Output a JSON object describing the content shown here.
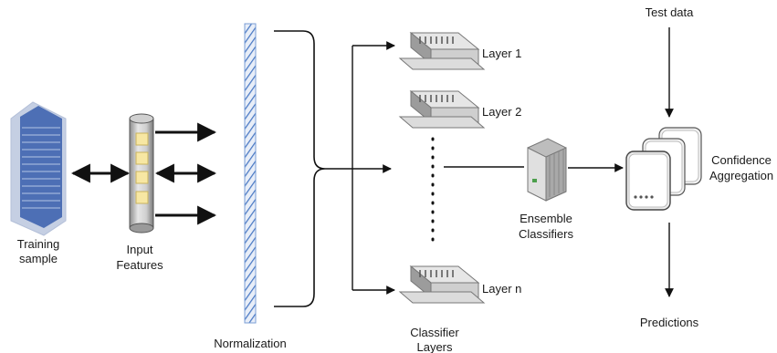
{
  "nodes": {
    "training_sample": {
      "line1": "Training",
      "line2": "sample"
    },
    "input_features": {
      "line1": "Input",
      "line2": "Features"
    },
    "normalization": {
      "label": "Normalization"
    },
    "layer1": {
      "label": "Layer 1"
    },
    "layer2": {
      "label": "Layer 2"
    },
    "layern": {
      "label": "Layer n"
    },
    "classifier_layers": {
      "line1": "Classifier",
      "line2": "Layers"
    },
    "ensemble": {
      "line1": "Ensemble",
      "line2": "Classifiers"
    },
    "test_data": {
      "label": "Test data"
    },
    "confidence": {
      "line1": "Confidence",
      "line2": "Aggregation"
    },
    "predictions": {
      "label": "Predictions"
    }
  },
  "icons": {
    "server_rack": "server-rack-icon",
    "feature_cylinder": "database-cylinder-icon",
    "network_switch": "network-switch-icon",
    "ensemble_device": "industrial-device-icon",
    "aggregation_device": "access-point-icon"
  },
  "colors": {
    "line": "#111111",
    "rack_body": "#4d6fb5",
    "rack_back": "#c5cfe3",
    "switch_body": "#d9d9d9",
    "switch_dark": "#707070",
    "feature_square": "#f7e7a3",
    "norm_bar": "#4a79c4"
  }
}
